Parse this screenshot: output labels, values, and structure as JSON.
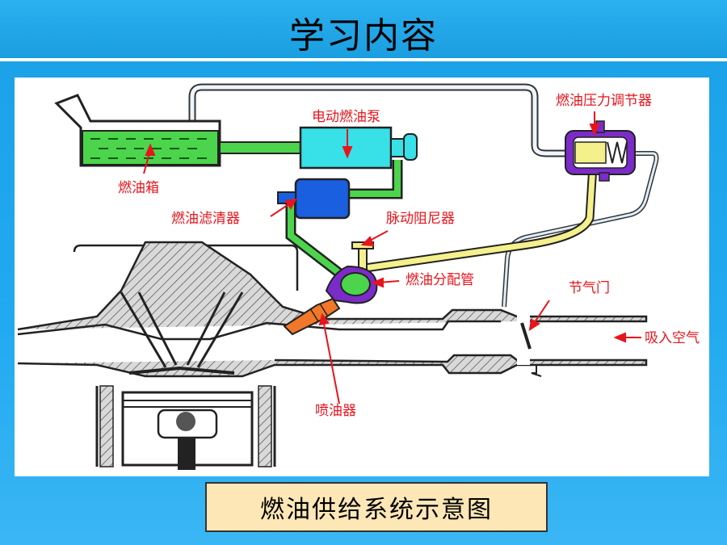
{
  "header": {
    "title": "学习内容"
  },
  "diagram": {
    "labels": {
      "fuel_tank": "燃油箱",
      "electric_pump": "电动燃油泵",
      "fuel_filter": "燃油滤清器",
      "pulsation_damper": "脉动阻尼器",
      "pressure_regulator": "燃油压力调节器",
      "fuel_rail": "燃油分配管",
      "throttle": "节气门",
      "air_intake": "吸入空气",
      "injector": "喷油器"
    },
    "colors": {
      "fuel_tank": "#4cd44c",
      "pump": "#38e0e8",
      "filter": "#1a5fe0",
      "return_line": "#f4f08c",
      "rail": "#7b2cc8",
      "injector": "#f07828",
      "label": "#e8141c"
    }
  },
  "caption": {
    "text": "燃油供给系统示意图"
  }
}
